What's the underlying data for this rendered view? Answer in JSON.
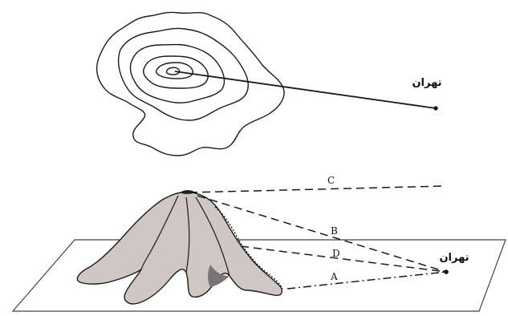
{
  "top_view": {
    "city_label": "تهران"
  },
  "side_view": {
    "city_label": "تهران",
    "sight_lines": {
      "c": "C",
      "b": "B",
      "d": "D",
      "a": "A"
    }
  }
}
